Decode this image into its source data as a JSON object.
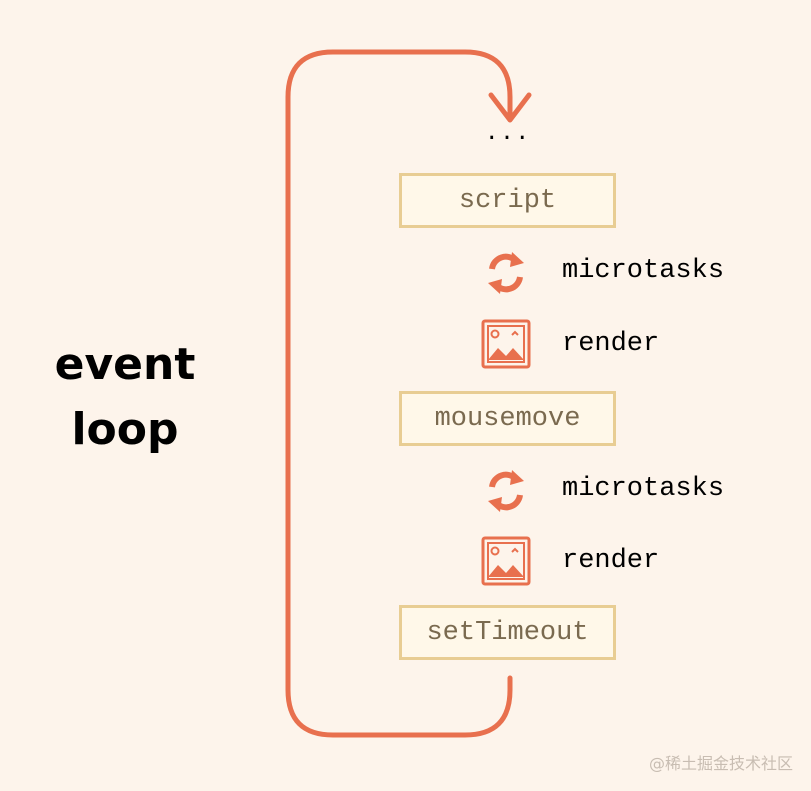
{
  "title": {
    "line1": "event",
    "line2": "loop"
  },
  "ellipsis": "...",
  "tasks": {
    "script": "script",
    "mousemove": "mousemove",
    "settimeout": "setTimeout"
  },
  "steps": {
    "microtasks_1": "microtasks",
    "render_1": "render",
    "microtasks_2": "microtasks",
    "render_2": "render"
  },
  "icons": {
    "microtasks": "refresh-cycle-icon",
    "render": "image-frame-icon"
  },
  "colors": {
    "background": "#fdf4eb",
    "loop_arrow": "#e8704e",
    "box_border": "#e8cd93",
    "box_fill": "#fff8e9",
    "box_text": "#7a6a4f",
    "icon": "#e8704e"
  },
  "watermark": "@稀土掘金技术社区"
}
